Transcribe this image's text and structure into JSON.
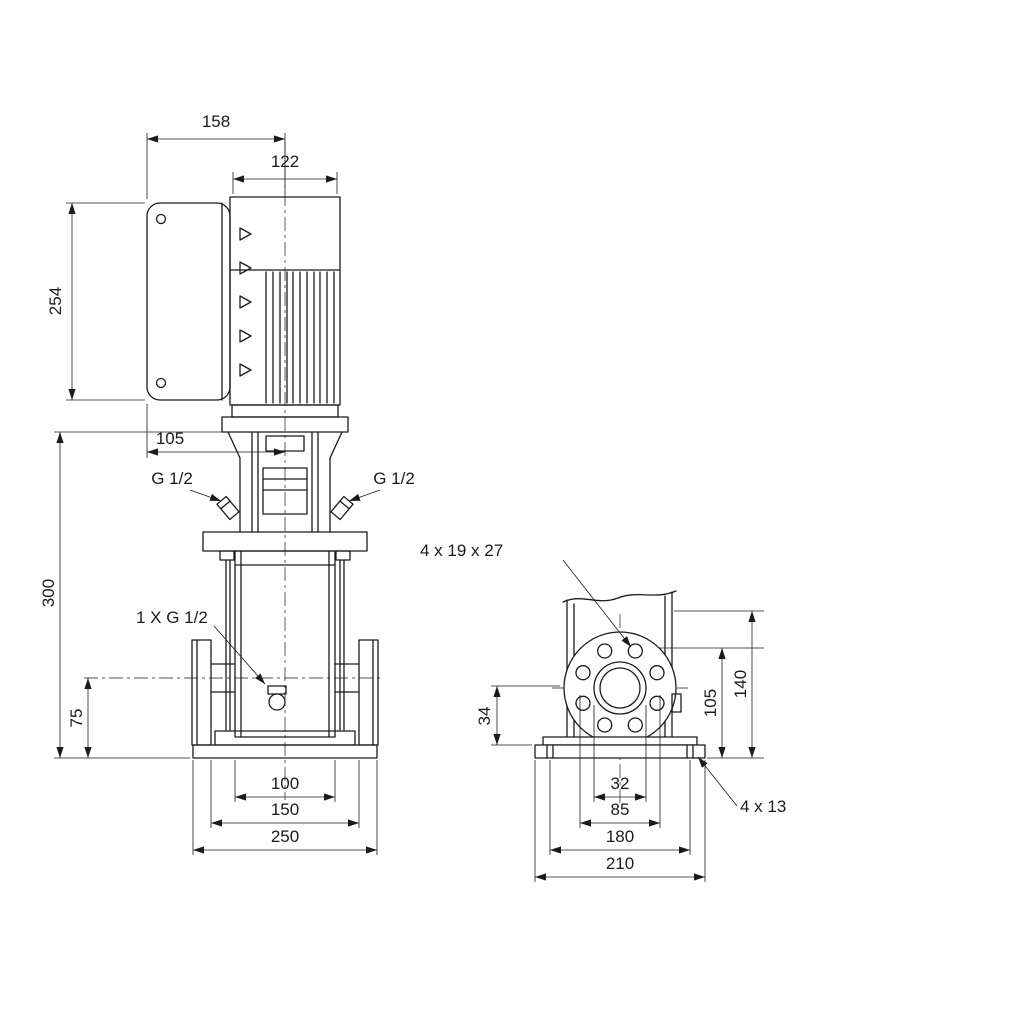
{
  "colors": {
    "line": "#1b1b1b",
    "background": "#ffffff"
  },
  "front_view": {
    "overall_depth": "158",
    "motor_width": "122",
    "motor_height": "254",
    "head_depth": "105",
    "pump_height": "300",
    "port_left": "G 1/2",
    "port_right": "G 1/2",
    "drain_port": "1 X G 1/2",
    "port_height": "75",
    "inner_span": "100",
    "flange_span": "150",
    "base_width": "250"
  },
  "side_view": {
    "slot_note": "4 x 19 x 27",
    "foot_height": "34",
    "height_inner": "105",
    "height_outer": "140",
    "bore_width": "32",
    "bolt_circle_width": "85",
    "base_hole_span": "180",
    "base_depth": "210",
    "base_hole_note": "4 x 13"
  }
}
